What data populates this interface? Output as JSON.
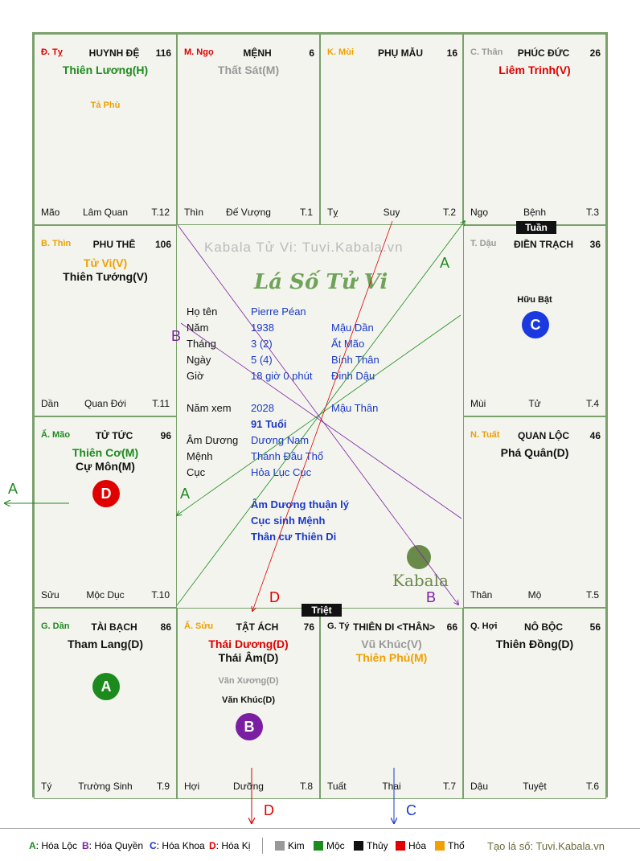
{
  "cells": [
    {
      "branch": "Đ. Tỵ",
      "branch_color": "#e00000",
      "palace": "HUYNH ĐỆ",
      "age": "116",
      "stars": [
        {
          "text": "Thiên Lương(H)",
          "color": "#1d8a1d",
          "size": "big"
        },
        {
          "text": "Tả Phù",
          "color": "#f0a000",
          "size": "small"
        }
      ],
      "bottom": [
        "Mão",
        "Lâm Quan",
        "T.12"
      ]
    },
    {
      "branch": "M. Ngọ",
      "branch_color": "#e00000",
      "palace": "MỆNH",
      "age": "6",
      "stars": [
        {
          "text": "Thất Sát(M)",
          "color": "#999999",
          "size": "big"
        }
      ],
      "bottom": [
        "Thìn",
        "Đế Vượng",
        "T.1"
      ]
    },
    {
      "branch": "K. Mùi",
      "branch_color": "#f0a000",
      "palace": "PHỤ MẪU",
      "age": "16",
      "stars": [],
      "bottom": [
        "Tỵ",
        "Suy",
        "T.2"
      ]
    },
    {
      "branch": "C. Thân",
      "branch_color": "#999999",
      "palace": "PHÚC ĐỨC",
      "age": "26",
      "stars": [
        {
          "text": "Liêm Trinh(V)",
          "color": "#e00000",
          "size": "big"
        }
      ],
      "bottom": [
        "Ngọ",
        "Bệnh",
        "T.3"
      ]
    },
    {
      "branch": "B. Thìn",
      "branch_color": "#f0a000",
      "palace": "PHU THÊ",
      "age": "106",
      "stars": [
        {
          "text": "Tử Vi(V)",
          "color": "#f0a000",
          "size": "big"
        },
        {
          "text": "Thiên Tướng(V)",
          "color": "#111111",
          "size": "big"
        }
      ],
      "bottom": [
        "Dần",
        "Quan Đới",
        "T.11"
      ]
    },
    {
      "branch": "T. Dậu",
      "branch_color": "#999999",
      "palace": "ĐIỀN TRẠCH",
      "age": "36",
      "stars": [
        {
          "text": "Hữu Bật",
          "color": "#111111",
          "size": "small"
        }
      ],
      "bottom": [
        "Mùi",
        "Tử",
        "T.4"
      ]
    },
    {
      "branch": "Ấ. Mão",
      "branch_color": "#1d8a1d",
      "palace": "TỬ TỨC",
      "age": "96",
      "stars": [
        {
          "text": "Thiên Cơ(M)",
          "color": "#1d8a1d",
          "size": "big"
        },
        {
          "text": "Cự Môn(M)",
          "color": "#111111",
          "size": "big"
        }
      ],
      "bottom": [
        "Sửu",
        "Mộc Dục",
        "T.10"
      ]
    },
    {
      "branch": "N. Tuất",
      "branch_color": "#f0a000",
      "palace": "QUAN LỘC",
      "age": "46",
      "stars": [
        {
          "text": "Phá Quân(D)",
          "color": "#111111",
          "size": "big"
        }
      ],
      "bottom": [
        "Thân",
        "Mộ",
        "T.5"
      ]
    },
    {
      "branch": "G. Dần",
      "branch_color": "#1d8a1d",
      "palace": "TÀI BẠCH",
      "age": "86",
      "stars": [
        {
          "text": "Tham Lang(D)",
          "color": "#111111",
          "size": "big"
        }
      ],
      "bottom": [
        "Tý",
        "Trường Sinh",
        "T.9"
      ]
    },
    {
      "branch": "Ấ. Sửu",
      "branch_color": "#f0a000",
      "palace": "TẬT ÁCH",
      "age": "76",
      "stars": [
        {
          "text": "Thái Dương(D)",
          "color": "#e00000",
          "size": "big"
        },
        {
          "text": "Thái Âm(D)",
          "color": "#111111",
          "size": "big"
        },
        {
          "text": "Văn Xương(D)",
          "color": "#999999",
          "size": "small"
        },
        {
          "text": "Văn Khúc(D)",
          "color": "#111111",
          "size": "small"
        }
      ],
      "bottom": [
        "Hợi",
        "Dưỡng",
        "T.8"
      ]
    },
    {
      "branch": "G. Tý",
      "branch_color": "#111111",
      "palace": "THIÊN DI <THÂN>",
      "age": "66",
      "stars": [
        {
          "text": "Vũ Khúc(V)",
          "color": "#999999",
          "size": "big"
        },
        {
          "text": "Thiên Phủ(M)",
          "color": "#f0a000",
          "size": "big"
        }
      ],
      "bottom": [
        "Tuất",
        "Thai",
        "T.7"
      ]
    },
    {
      "branch": "Q. Hợi",
      "branch_color": "#111111",
      "palace": "NÔ BỘC",
      "age": "56",
      "stars": [
        {
          "text": "Thiên Đồng(D)",
          "color": "#111111",
          "size": "big"
        }
      ],
      "bottom": [
        "Dậu",
        "Tuyệt",
        "T.6"
      ]
    }
  ],
  "badges": {
    "A": "A",
    "B": "B",
    "C": "C",
    "D": "D"
  },
  "tags": {
    "tuan": "Tuần",
    "triet": "Triệt"
  },
  "center": {
    "watermark": "Kabala Tử Vi: Tuvi.Kabala.vn",
    "title": "Lá Số Tử Vi",
    "rows": [
      {
        "label": "Họ tên",
        "value": "Pierre Péan",
        "extra": ""
      },
      {
        "label": "Năm",
        "value": "1938",
        "extra": "Mậu Dần"
      },
      {
        "label": "Tháng",
        "value": "3  (2)",
        "extra": "Ất Mão"
      },
      {
        "label": "Ngày",
        "value": "5  (4)",
        "extra": "Bính Thân"
      },
      {
        "label": "Giờ",
        "value": "18 giờ 0 phút",
        "extra": "Đinh Dậu"
      },
      {
        "label": "Năm xem",
        "value": "2028",
        "extra": "Mậu Thân"
      },
      {
        "label": "",
        "value": "91 Tuổi",
        "extra": ""
      },
      {
        "label": "Âm Dương",
        "value": "Dương Nam",
        "extra": ""
      },
      {
        "label": "Mệnh",
        "value": "Thành Đầu Thổ",
        "extra": ""
      },
      {
        "label": "Cục",
        "value": "Hỏa Lục Cục",
        "extra": ""
      }
    ],
    "notes": [
      "Âm Dương thuận lý",
      "Cục sinh Mệnh",
      "Thân cư Thiên Di"
    ],
    "logo": "Kabala"
  },
  "arrow_labels": {
    "a_left": "A",
    "a_top": "A",
    "a_mid": "A",
    "b_top": "B",
    "b_bottom": "B",
    "c_bottom": "C",
    "d_mid": "D",
    "d_bottom": "D"
  },
  "legend": {
    "items": [
      {
        "key": "A",
        "text": "Hóa Lộc",
        "color": "#1d8a1d"
      },
      {
        "key": "B",
        "text": "Hóa Quyền",
        "color": "#7b1fa2"
      },
      {
        "key": "C",
        "text": "Hóa Khoa",
        "color": "#1a39c7"
      },
      {
        "key": "D",
        "text": "Hóa Kị",
        "color": "#e00000"
      }
    ],
    "elements": [
      {
        "text": "Kim",
        "color": "#999999"
      },
      {
        "text": "Mộc",
        "color": "#1d8a1d"
      },
      {
        "text": "Thủy",
        "color": "#111111"
      },
      {
        "text": "Hỏa",
        "color": "#e00000"
      },
      {
        "text": "Thổ",
        "color": "#f0a000"
      }
    ],
    "credit": "Tạo lá số: Tuvi.Kabala.vn"
  }
}
